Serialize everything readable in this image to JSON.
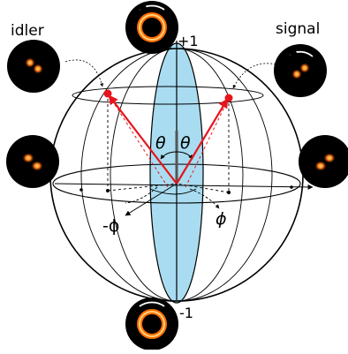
{
  "labels": {
    "idler": "idler",
    "signal": "signal",
    "plus_one": "+1",
    "minus_one": "-1",
    "theta_left": "θ",
    "theta_right": "θ",
    "phi_negative": "-ϕ",
    "phi_positive": "ϕ"
  },
  "colors": {
    "sphere_outline": "#000000",
    "plane_fill": "#a9dcf0",
    "vector": "#e8141c",
    "mode_background": "#000000",
    "mode_glow": "#ff6a00"
  },
  "icons": {
    "top_mode": "donut-mode-icon",
    "bottom_mode": "donut-mode-icon",
    "left_mode": "two-lobe-mode-icon",
    "right_mode": "two-lobe-mode-icon",
    "idler_mode": "two-lobe-mode-icon",
    "signal_mode": "two-lobe-mode-icon"
  }
}
